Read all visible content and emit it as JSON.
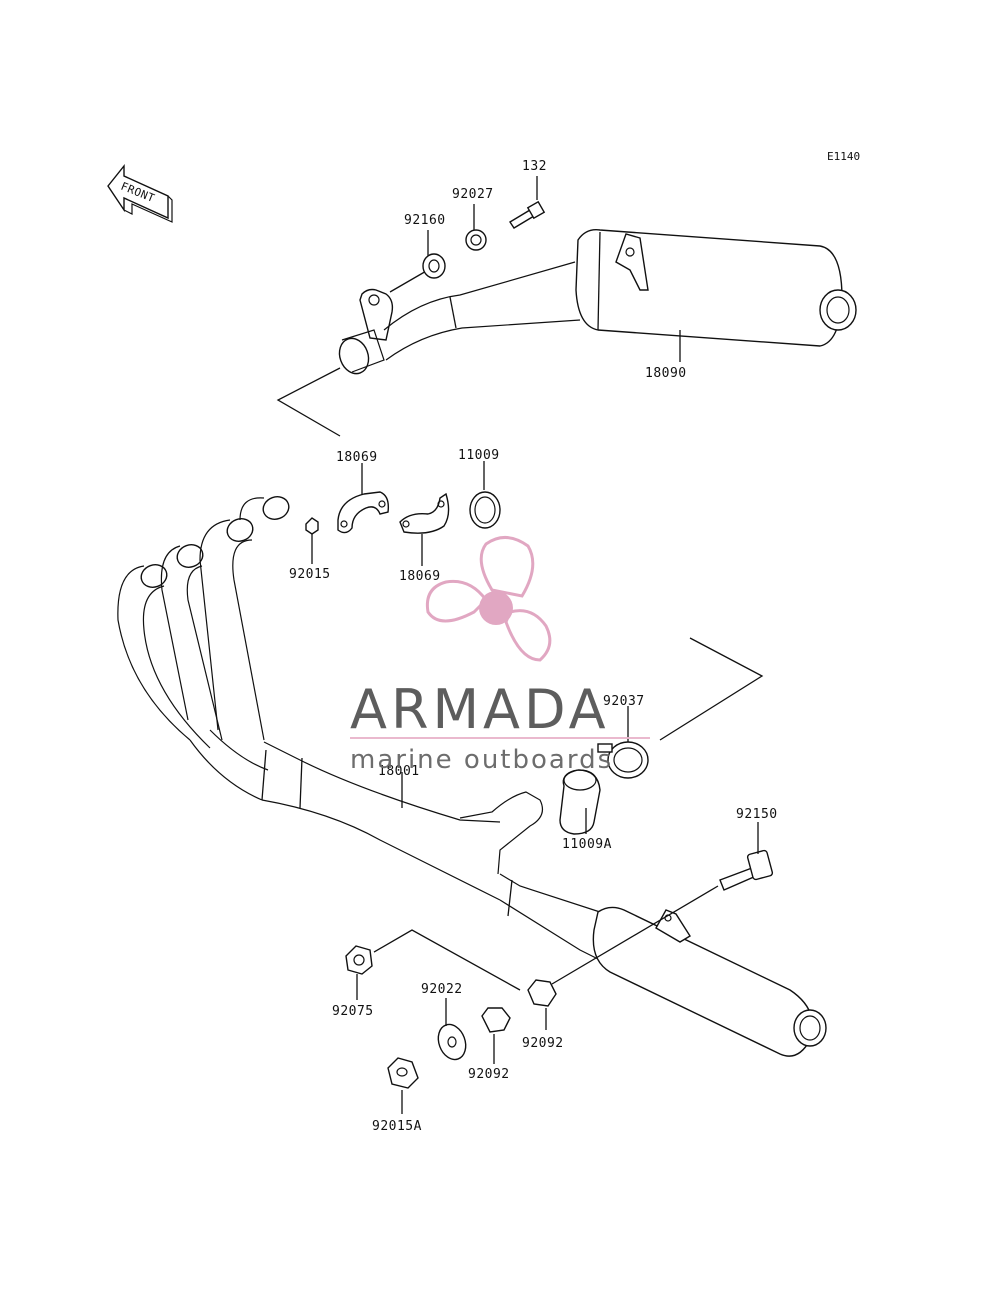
{
  "ref_code": "E1140",
  "front_arrow": {
    "label": "FRONT"
  },
  "parts": {
    "p132": "132",
    "p92027": "92027",
    "p92160": "92160",
    "p18090": "18090",
    "p18069_a": "18069",
    "p11009": "11009",
    "p92015": "92015",
    "p18069_b": "18069",
    "p92037": "92037",
    "p18001": "18001",
    "p11009A": "11009A",
    "p92150": "92150",
    "p92075": "92075",
    "p92022": "92022",
    "p92092_a": "92092",
    "p92092_b": "92092",
    "p92015A": "92015A"
  },
  "watermark": {
    "brand": "ARMADA",
    "tagline": "marine outboards",
    "accent_color": "#e0a3bf",
    "line_color": "#e9b6cc"
  }
}
